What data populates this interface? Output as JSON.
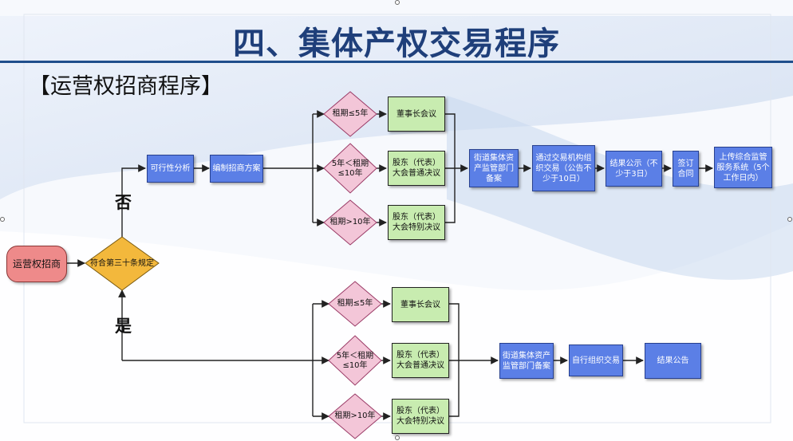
{
  "slide": {
    "title": "四、集体产权交易程序",
    "subtitle": "【运营权招商程序】"
  },
  "colors": {
    "title": "#1f3f7a",
    "blue_box": "#5b7fe6",
    "green_box": "#c8ecb0",
    "diamond_pink": "#f3c6d8",
    "diamond_gold": "#f3b83c",
    "start_red": "#ee8a8a"
  },
  "flow": {
    "start": "运营权招商",
    "decision": "符合第三十条规定",
    "no_label": "否",
    "yes_label": "是",
    "no_branch": {
      "feasibility": "可行性分析",
      "plan": "编制招商方案",
      "conditions": [
        "租期≤5年",
        "5年＜租期≤10年",
        "租期>10年"
      ],
      "resolutions": [
        "董事长会议",
        "股东（代表）大会普通决议",
        "股东（代表）大会特别决议"
      ],
      "filing": "街道集体资产监管部门备案",
      "trade": "通过交易机构组织交易（公告不少于10日）",
      "result": "结果公示（不少于3日）",
      "contract": "签订合同",
      "report": "上传综合监管服务系统（5个工作日内）"
    },
    "yes_branch": {
      "conditions": [
        "租期≤5年",
        "5年＜租期≤10年",
        "租期>10年"
      ],
      "resolutions": [
        "董事长会议",
        "股东（代表）大会普通决议",
        "股东（代表）大会特别决议"
      ],
      "filing": "街道集体资产监管部门备案",
      "self_trade": "自行组织交易",
      "result": "结果公告"
    }
  }
}
